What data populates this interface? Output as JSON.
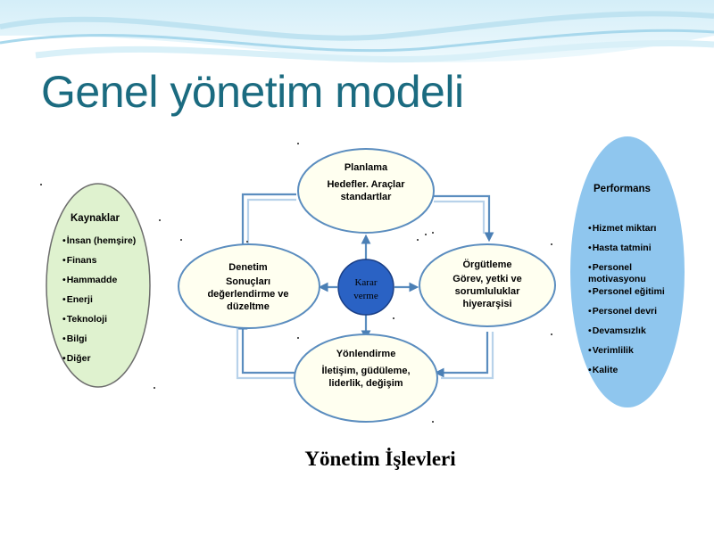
{
  "title": "Genel yönetim modeli",
  "diagram": {
    "planning": {
      "title": "Planlama",
      "body": "Hedefler. Araçlar standartlar"
    },
    "control": {
      "title": "Denetim",
      "body": "Sonuçları değerlendirme ve düzeltme"
    },
    "organizing": {
      "title": "Örgütleme",
      "body": "Görev, yetki ve sorumluluklar hiyerarşisi"
    },
    "directing": {
      "title": "Yönlendirme",
      "body": "İletişim, güdüleme, liderlik, değişim"
    },
    "center": {
      "line1": "Karar",
      "line2": "verme"
    },
    "resources": {
      "title": "Kaynaklar",
      "items": [
        "İnsan (hemşire)",
        "Finans",
        "Hammadde",
        "Enerji",
        "Teknoloji",
        "Bilgi",
        "Diğer"
      ]
    },
    "performance": {
      "title": "Performans",
      "items": [
        "Hizmet miktarı",
        "Hasta tatmini",
        "Personel motivasyonu",
        "Personel eğitimi",
        "Personel devri",
        "Devamsızlık",
        "Verimlilik",
        "Kalite"
      ]
    },
    "caption": "Yönetim İşlevleri"
  },
  "colors": {
    "title": "#1b6b80",
    "resources_fill": "#dff2cf",
    "performance_fill": "#8fc6ee",
    "center_fill": "#2a62c4",
    "node_fill": "#fffff0",
    "connector": "#5b8dbf"
  }
}
